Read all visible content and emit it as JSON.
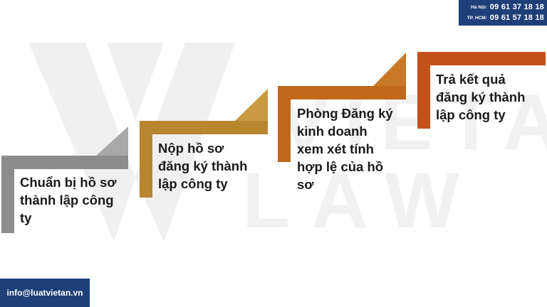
{
  "contact": {
    "hanoi": {
      "label": "Hà Nội:",
      "phone": "09 61 37 18 18"
    },
    "hcm": {
      "label": "TP. HCM:",
      "phone": "09 61 57 18 18"
    }
  },
  "steps": [
    {
      "lines": [
        "Chuẩn bị hồ sơ",
        "thành lập công",
        "ty"
      ],
      "color": "#8c8c8c"
    },
    {
      "lines": [
        "Nộp hồ sơ",
        "đăng ký thành",
        "lập công ty"
      ],
      "color": "#b8862f"
    },
    {
      "lines": [
        "Phòng Đăng ký",
        "kinh doanh",
        "xem xét tính",
        "hợp lệ của hồ",
        "sơ"
      ],
      "color": "#c0691a"
    },
    {
      "lines": [
        "Trả kết quả",
        "đăng ký thành",
        "lập công ty"
      ],
      "color": "#c2521a"
    }
  ],
  "watermark": {
    "brand": "VIETAN LAW",
    "color": "#eeeeee"
  },
  "email": "info@luatvietan.vn"
}
